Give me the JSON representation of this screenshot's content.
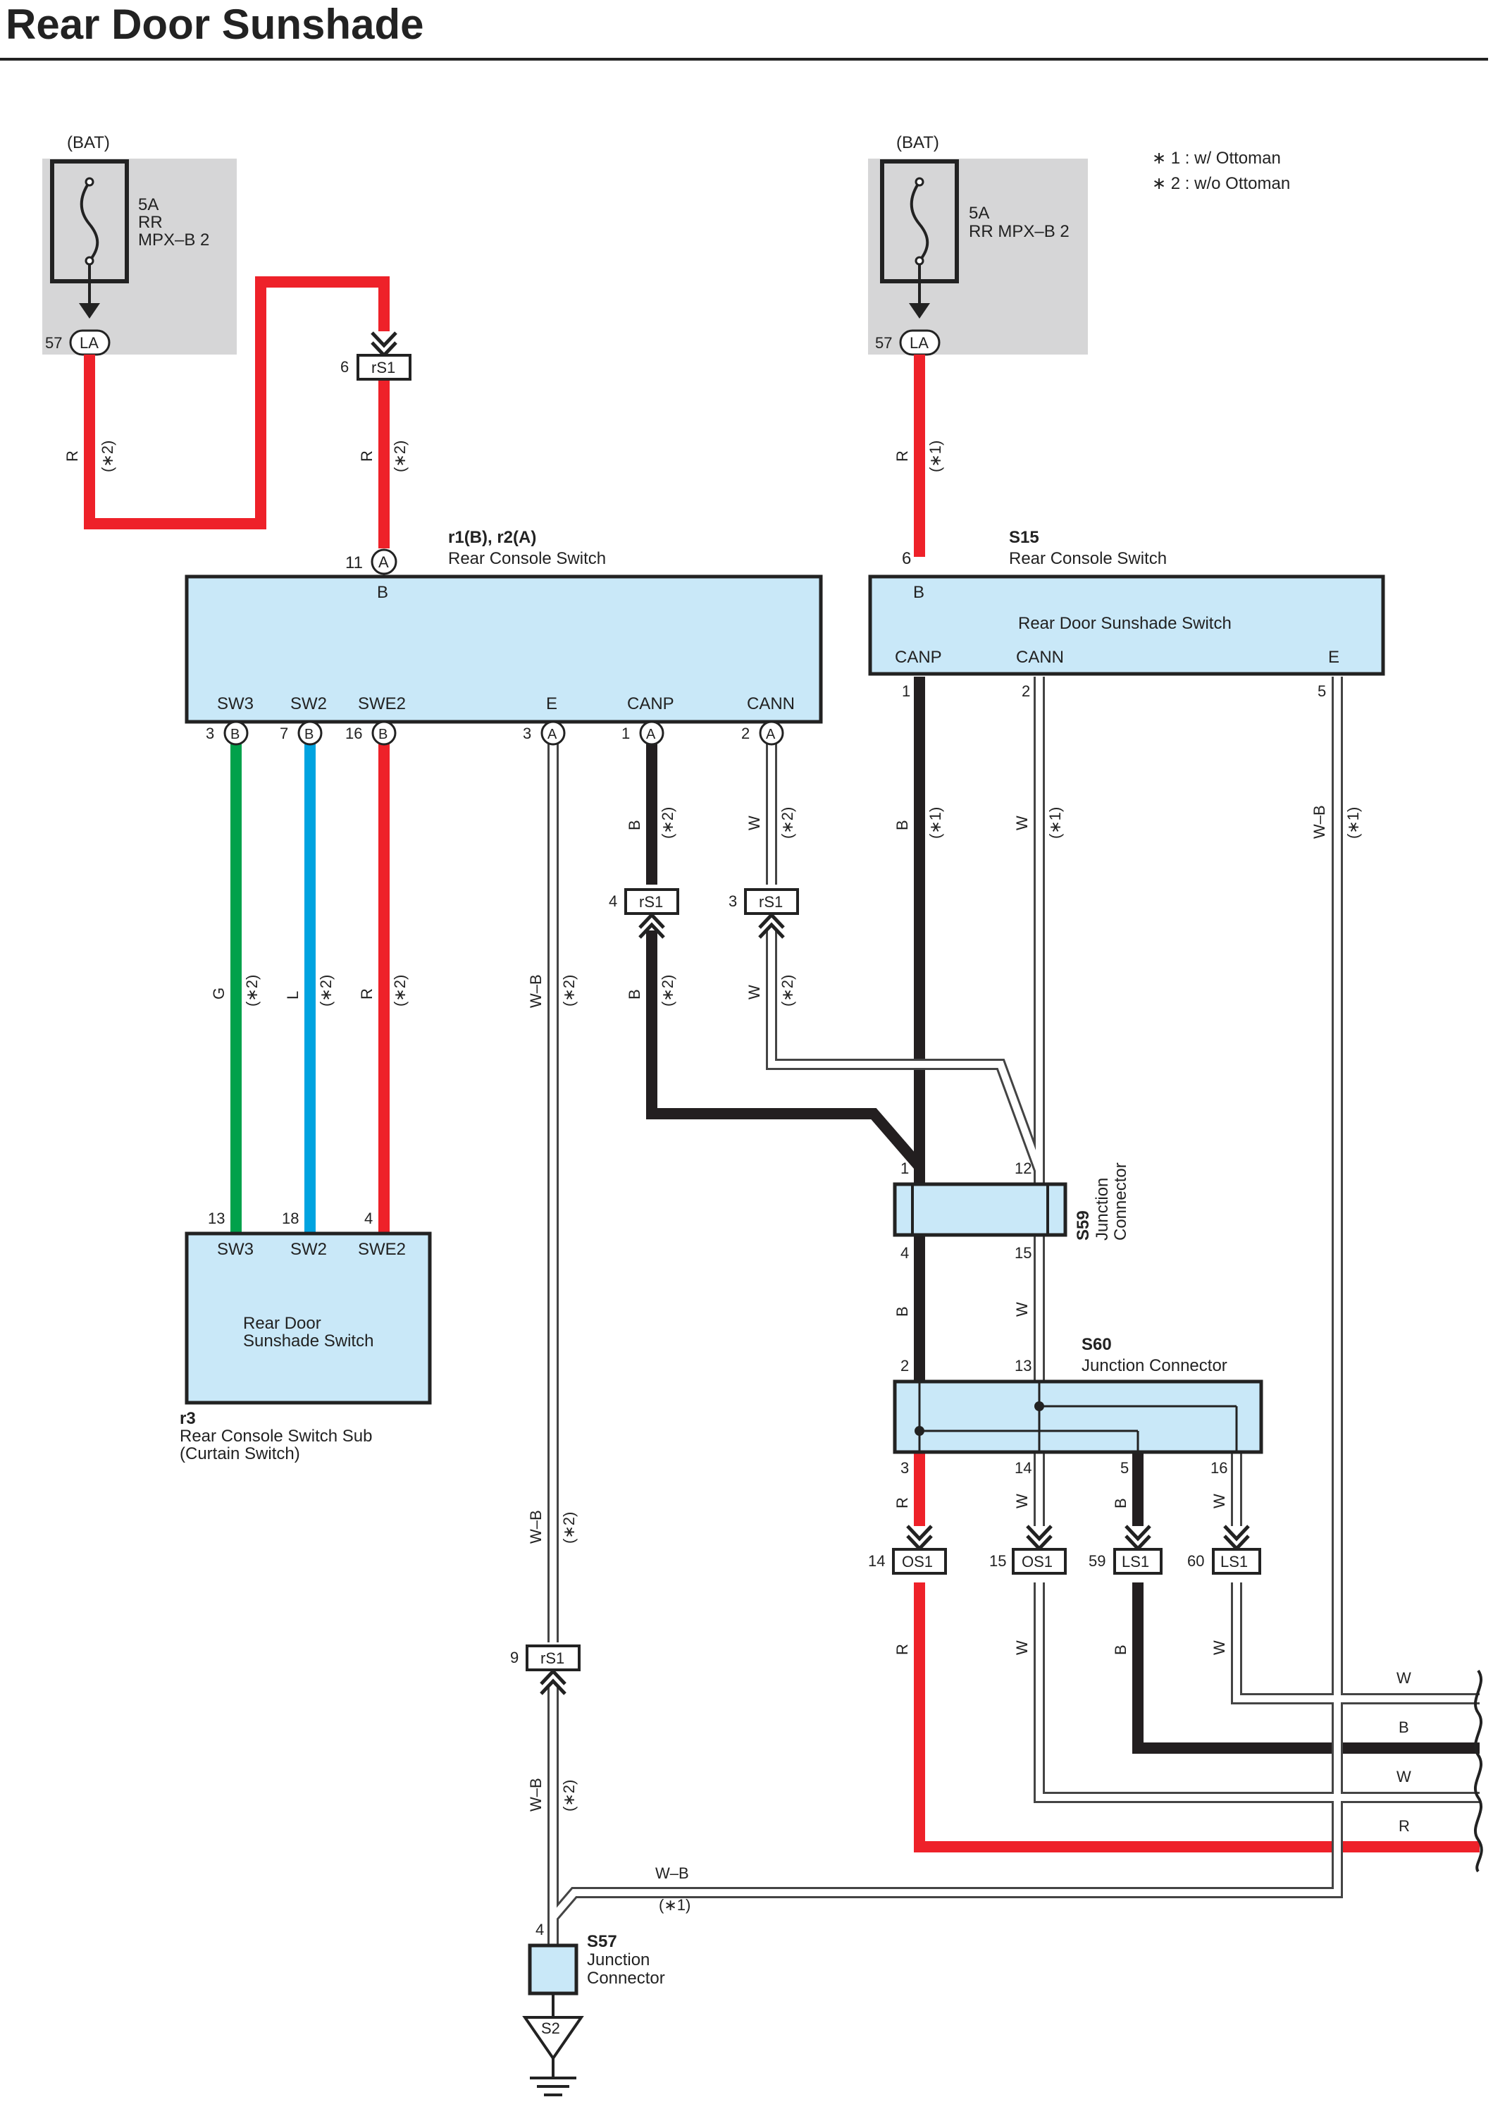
{
  "title": "Rear Door Sunshade",
  "legend": [
    "∗ 1 : w/ Ottoman",
    "∗ 2 : w/o Ottoman"
  ],
  "colors": {
    "R": "#ee2129",
    "G": "#00a14b",
    "L": "#00a3e0",
    "B": "#231f20",
    "W": "#ffffff",
    "WB": "#ffffff",
    "fuse_bg": "#d6d6d7",
    "component_fill": "#c9e8f8"
  },
  "fuses": {
    "left": {
      "source": "(BAT)",
      "amp": "5A",
      "line1": "RR",
      "line2": "MPX–B 2",
      "pin": "57",
      "conn": "LA"
    },
    "right": {
      "source": "(BAT)",
      "amp": "5A",
      "line1": "RR MPX–B 2",
      "pin": "57",
      "conn": "LA"
    }
  },
  "components": {
    "r1r2": {
      "id": "r1(B), r2(A)",
      "name": "Rear Console Switch",
      "top_pin": "11",
      "top_conn": "A",
      "top_term": "B",
      "terms": [
        "SW3",
        "SW2",
        "SWE2",
        "E",
        "CANP",
        "CANN"
      ],
      "pins": [
        {
          "pin": "3",
          "conn": "B"
        },
        {
          "pin": "7",
          "conn": "B"
        },
        {
          "pin": "16",
          "conn": "B"
        },
        {
          "pin": "3",
          "conn": "A"
        },
        {
          "pin": "1",
          "conn": "A"
        },
        {
          "pin": "2",
          "conn": "A"
        }
      ]
    },
    "s15": {
      "id": "S15",
      "name": "Rear Console Switch",
      "inner": "Rear Door Sunshade Switch",
      "top_pin": "6",
      "top_term": "B",
      "terms": [
        "CANP",
        "CANN",
        "E"
      ],
      "pins": [
        "1",
        "2",
        "5"
      ]
    },
    "r3": {
      "id": "r3",
      "name": "Rear Console Switch Sub",
      "name2": "(Curtain Switch)",
      "inner1": "Rear Door",
      "inner2": "Sunshade Switch",
      "terms": [
        "SW3",
        "SW2",
        "SWE2"
      ],
      "pins": [
        "13",
        "18",
        "4"
      ]
    },
    "s59": {
      "id": "S59",
      "name1": "Junction",
      "name2": "Connector",
      "pins": [
        "1",
        "12",
        "4",
        "15"
      ]
    },
    "s60": {
      "id": "S60",
      "name": "Junction Connector",
      "pins": [
        "2",
        "13",
        "3",
        "14",
        "5",
        "16"
      ]
    },
    "s57": {
      "id": "S57",
      "name1": "Junction",
      "name2": "Connector",
      "pin": "4"
    },
    "ground": {
      "id": "S2"
    }
  },
  "connectors": {
    "rs1_6": {
      "pin": "6",
      "name": "rS1"
    },
    "rs1_4": {
      "pin": "4",
      "name": "rS1"
    },
    "rs1_3": {
      "pin": "3",
      "name": "rS1"
    },
    "rs1_9": {
      "pin": "9",
      "name": "rS1"
    },
    "os1_14": {
      "pin": "14",
      "name": "OS1"
    },
    "os1_15": {
      "pin": "15",
      "name": "OS1"
    },
    "ls1_59": {
      "pin": "59",
      "name": "LS1"
    },
    "ls1_60": {
      "pin": "60",
      "name": "LS1"
    }
  },
  "wire_labels": {
    "R": "R",
    "G": "G",
    "L": "L",
    "B": "B",
    "W": "W",
    "WB": "W–B",
    "n1": "(∗1)",
    "n2": "(∗2)"
  },
  "right_exits": [
    "W",
    "B",
    "W",
    "R"
  ]
}
